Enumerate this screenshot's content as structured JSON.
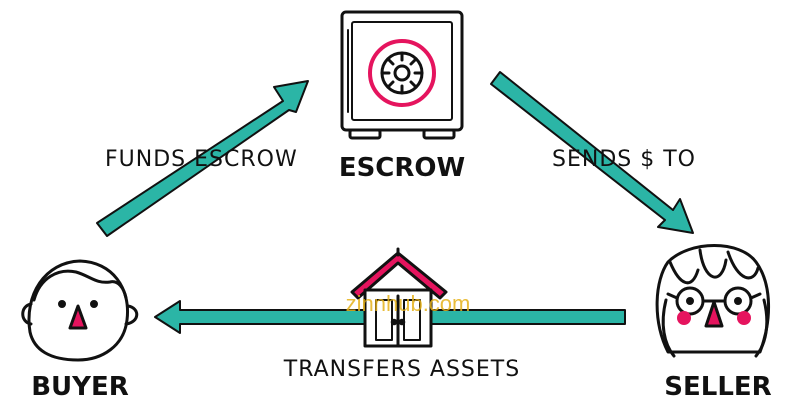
{
  "nodes": {
    "escrow": "ESCROW",
    "buyer": "BUYER",
    "seller": "SELLER"
  },
  "edges": {
    "funds_escrow": "FUNDS ESCROW",
    "sends_to": "SENDS $ TO",
    "transfers_assets": "TRANSFERS ASSETS"
  },
  "watermark": "zinnhub.com",
  "icons": {
    "safe": "safe-icon",
    "house": "house-icon",
    "buyer_face": "buyer-face-icon",
    "seller_face": "seller-face-icon"
  },
  "colors": {
    "arrow": "#2bb5a6",
    "accent": "#e5145e",
    "ink": "#111111",
    "watermark": "#e6b21a"
  }
}
